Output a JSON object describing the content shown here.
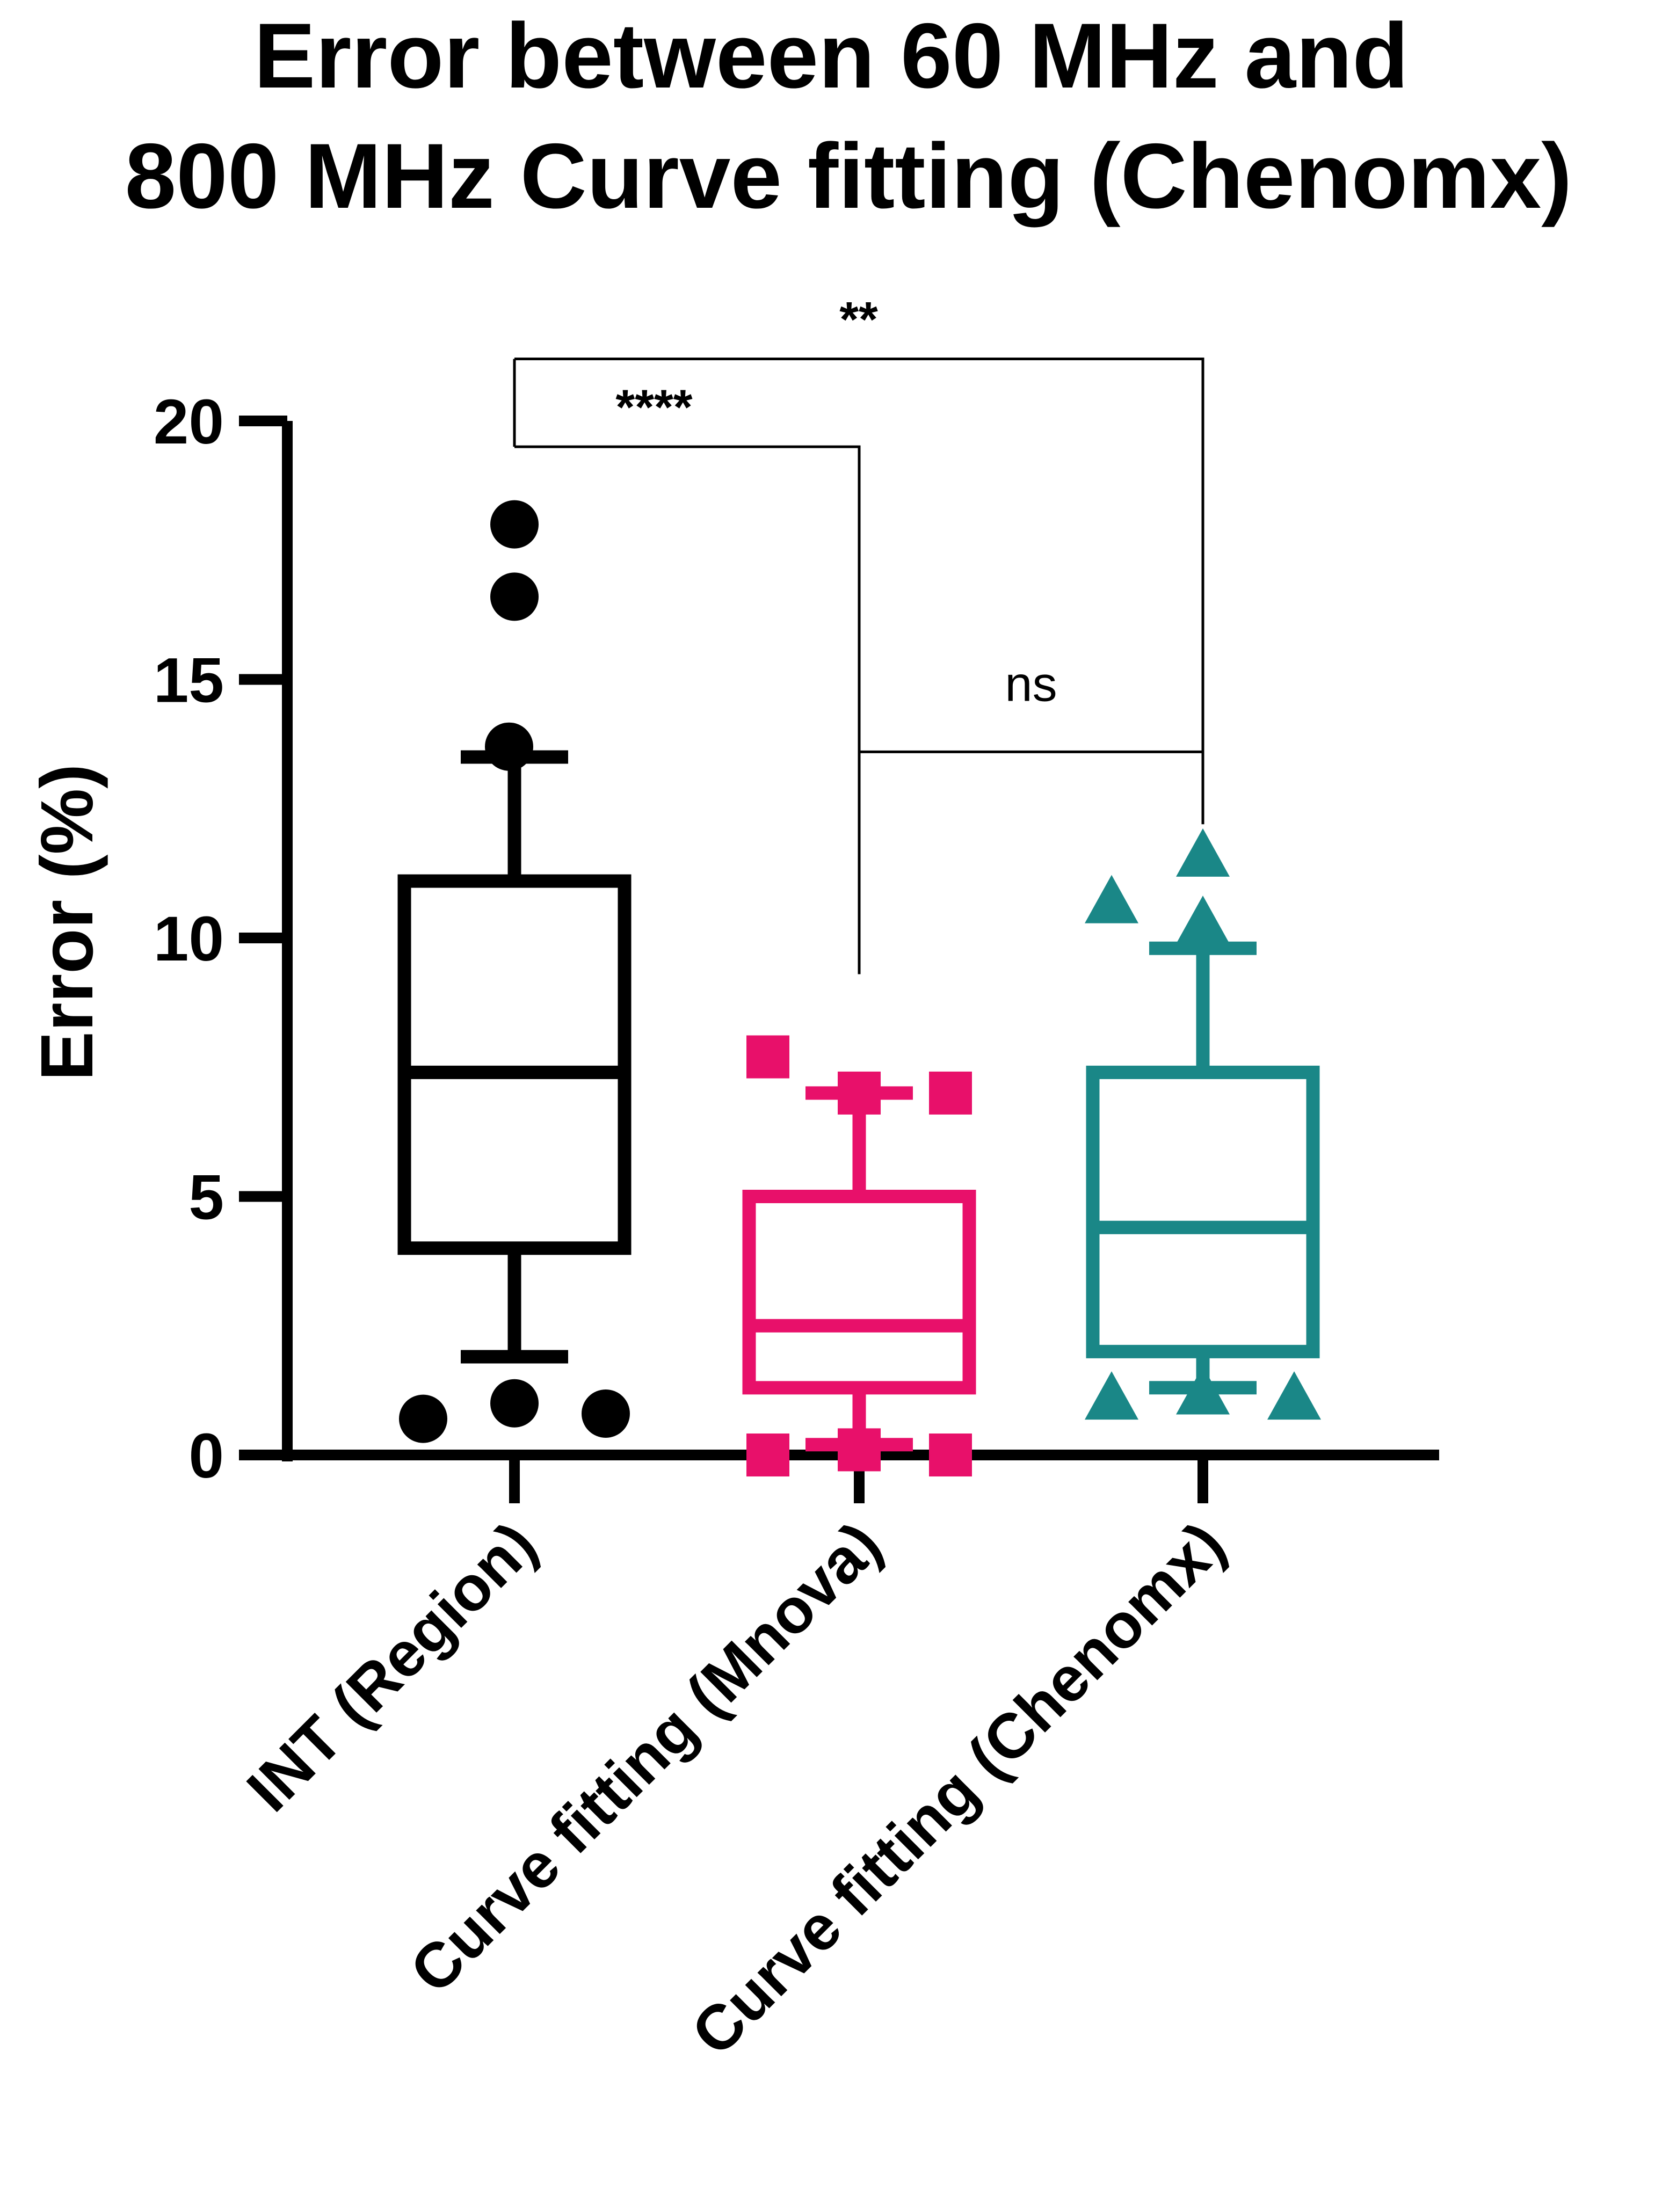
{
  "chart_data": {
    "type": "box",
    "title": [
      "Error between 60 MHz and",
      "800 MHz Curve fitting (Chenomx)"
    ],
    "xlabel": "",
    "ylabel": "Error (%)",
    "ylim": [
      0,
      20
    ],
    "yticks": [
      0,
      5,
      10,
      15,
      20
    ],
    "categories": [
      "INT (Region)",
      "Curve fitting (Mnova)",
      "Curve fitting (Chenomx)"
    ],
    "series": [
      {
        "category": "INT (Region)",
        "color": "#000000",
        "marker": "circle",
        "whisker_low": 1.9,
        "q1": 4.0,
        "median": 7.4,
        "q3": 11.1,
        "whisker_high": 13.5,
        "outliers": [
          0.7,
          1.0,
          0.8,
          13.7,
          16.6,
          18.0
        ]
      },
      {
        "category": "Curve fitting (Mnova)",
        "color": "#E8106A",
        "marker": "square",
        "whisker_low": 0.2,
        "q1": 1.3,
        "median": 2.5,
        "q3": 5.0,
        "whisker_high": 7.0,
        "outliers": [
          0.0,
          0.1,
          0.0,
          7.7,
          7.0,
          7.0
        ]
      },
      {
        "category": "Curve fitting (Chenomx)",
        "color": "#1A8787",
        "marker": "triangle",
        "whisker_low": 1.3,
        "q1": 2.0,
        "median": 4.4,
        "q3": 7.4,
        "whisker_high": 9.8,
        "outliers": [
          1.1,
          1.2,
          1.1,
          10.7,
          11.6,
          10.3
        ]
      }
    ],
    "significance": [
      {
        "from": "INT (Region)",
        "to": "Curve fitting (Chenomx)",
        "label": "**",
        "y": 21.2
      },
      {
        "from": "INT (Region)",
        "to": "Curve fitting (Mnova)",
        "label": "****",
        "y": 19.5
      },
      {
        "from": "Curve fitting (Mnova)",
        "to": "Curve fitting (Chenomx)",
        "label": "ns",
        "y": 13.6
      }
    ]
  }
}
